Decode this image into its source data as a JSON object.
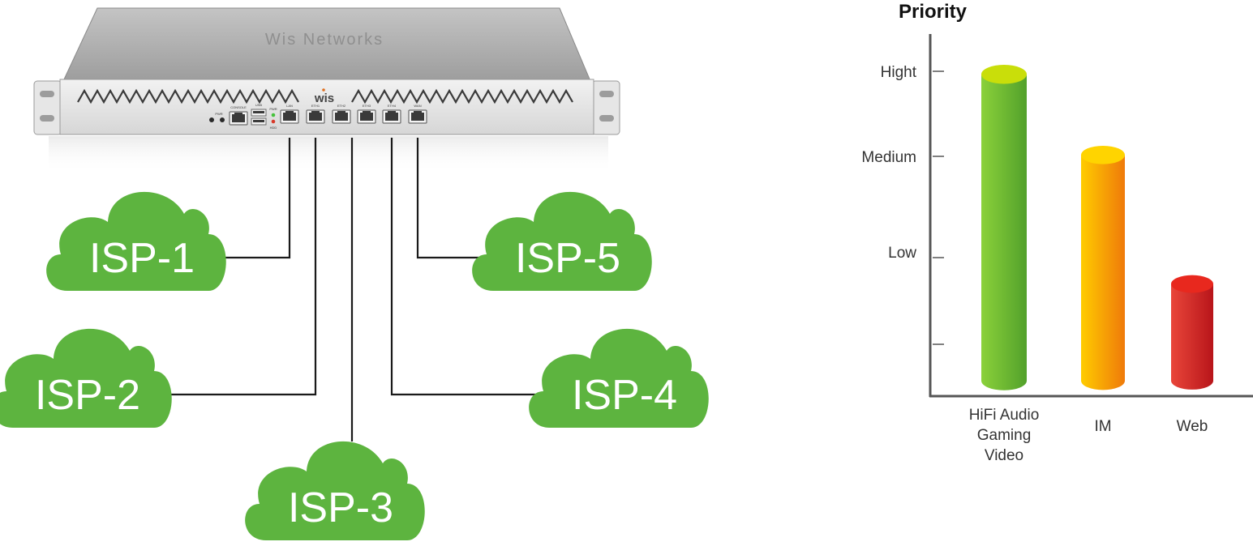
{
  "device": {
    "brand_text": "Wis Networks",
    "logo_text": "wis",
    "ports": [
      {
        "name": "port-console",
        "label": "CONSOLE"
      },
      {
        "name": "port-usb",
        "label": "USB"
      },
      {
        "name": "port-lan",
        "label": "LAN"
      },
      {
        "name": "port-eth1",
        "label": "ETH1"
      },
      {
        "name": "port-eth2",
        "label": "ETH2"
      },
      {
        "name": "port-eth3",
        "label": "ETH3"
      },
      {
        "name": "port-eth4",
        "label": "ETH4"
      },
      {
        "name": "port-wan",
        "label": "WAN"
      }
    ],
    "indicators": {
      "pwr": "PWR",
      "hdd": "HDD",
      "pwr_led": "PWR"
    }
  },
  "clouds": [
    {
      "id": "isp-1",
      "label": "ISP-1"
    },
    {
      "id": "isp-2",
      "label": "ISP-2"
    },
    {
      "id": "isp-3",
      "label": "ISP-3"
    },
    {
      "id": "isp-4",
      "label": "ISP-4"
    },
    {
      "id": "isp-5",
      "label": "ISP-5"
    }
  ],
  "colors": {
    "cloud_green": "#5db43f",
    "line": "#1a1a1a",
    "axis": "#555555"
  },
  "chart_data": {
    "type": "bar",
    "title": "Priority",
    "y_tick_labels": [
      "Hight",
      "Medium",
      "Low"
    ],
    "categories": [
      "HiFi Audio\nGaming\nVideo",
      "IM",
      "Web"
    ],
    "category_lines": [
      [
        "HiFi Audio",
        "Gaming",
        "Video"
      ],
      [
        "IM"
      ],
      [
        "Web"
      ]
    ],
    "values": [
      3.8,
      2.8,
      1.2
    ],
    "ylim": [
      0,
      4.3
    ],
    "grid": false,
    "bar_colors": [
      "#7cc234",
      "#f5a50a",
      "#d8261c"
    ]
  }
}
